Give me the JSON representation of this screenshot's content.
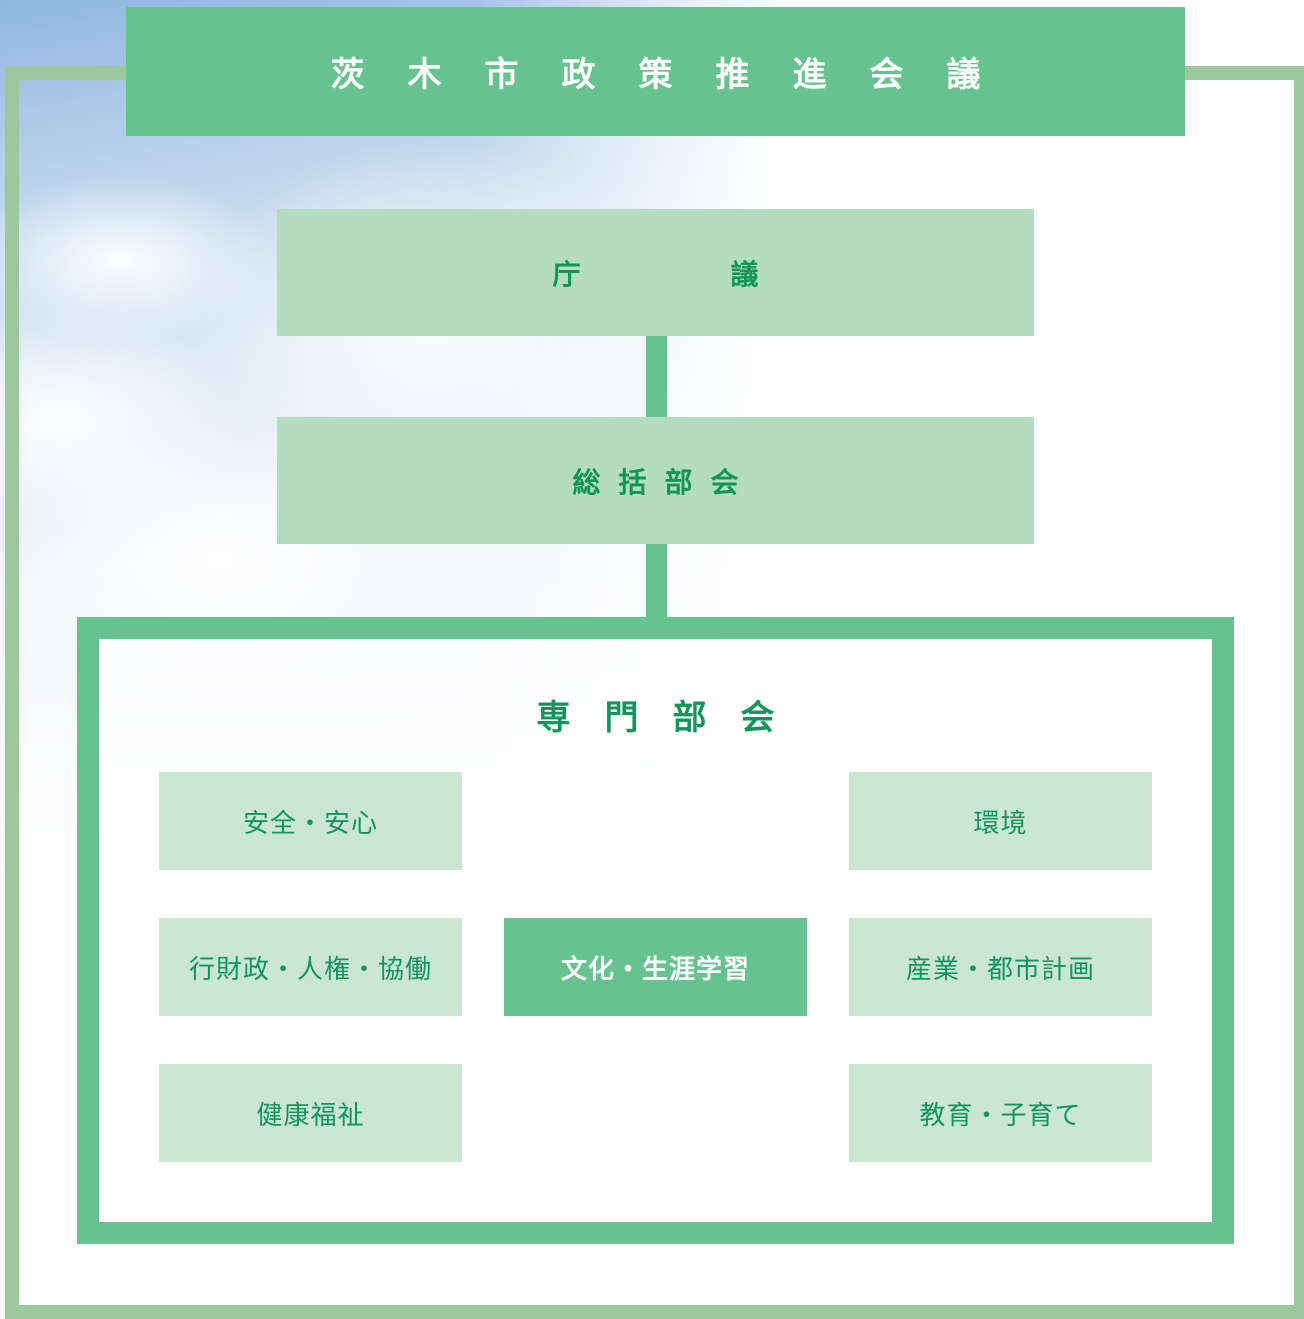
{
  "title": "茨木市政策推進会議",
  "chogi": {
    "char1": "庁",
    "char2": "議"
  },
  "soukatsu": "総括部会",
  "senmon": {
    "title": "専門部会",
    "categories": {
      "anzen": "安全・安心",
      "kankyo": "環境",
      "gyozaisei": "行財政・人権・協働",
      "bunka": "文化・生涯学習",
      "sangyo": "産業・都市計画",
      "kenko": "健康福祉",
      "kyoiku": "教育・子育て"
    },
    "active": "bunka"
  },
  "colors": {
    "primary_green": "#66c28e",
    "light_green": "#b4dcc1",
    "pale_green": "#cce6d4",
    "frame_green": "#9bc89c",
    "text_green": "#11955a"
  }
}
